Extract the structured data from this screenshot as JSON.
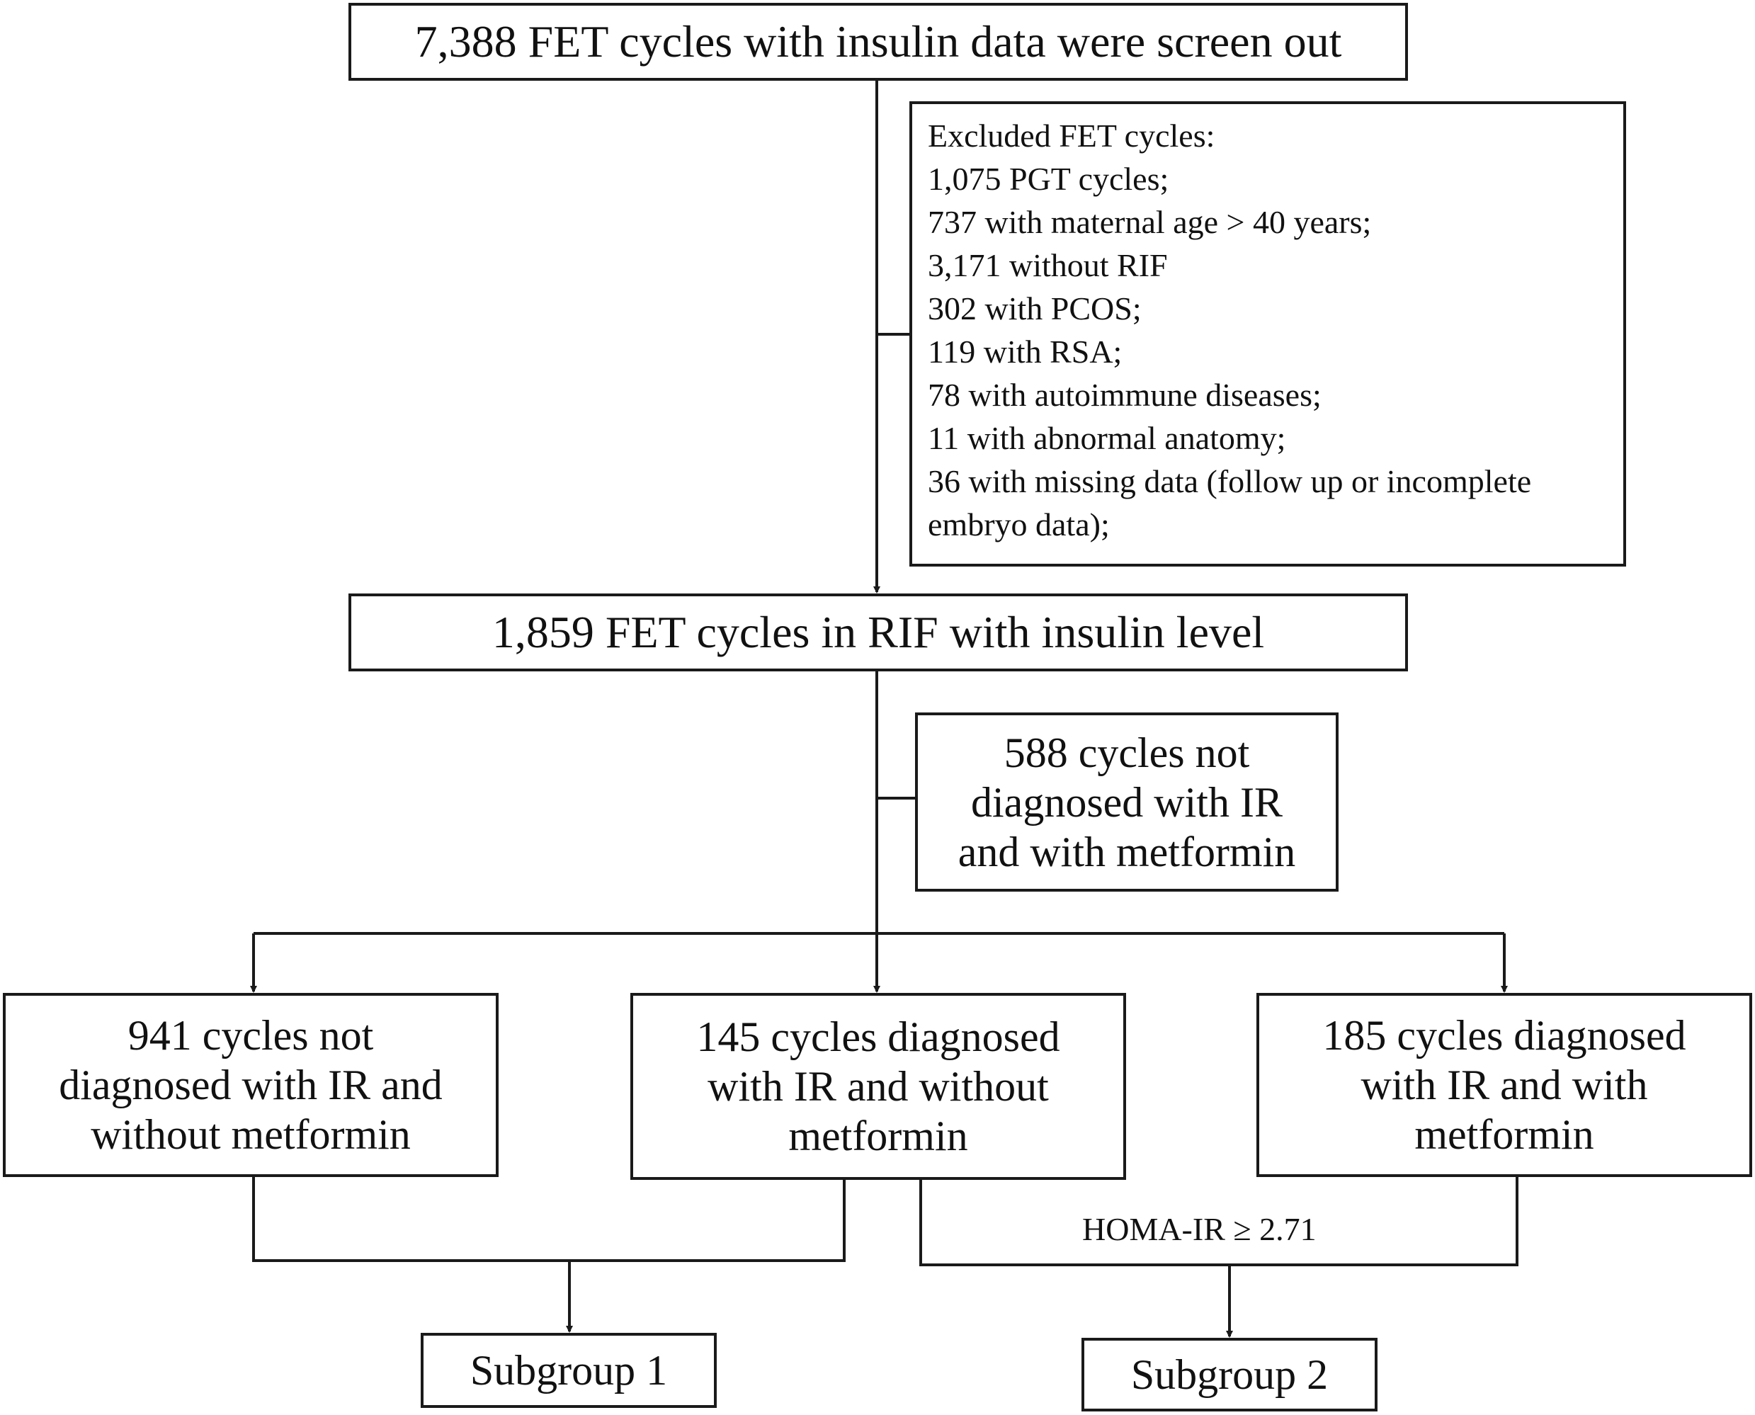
{
  "diagram": {
    "top_box": "7,388 FET cycles with insulin data were screen out",
    "exclusion_box": {
      "lines": [
        "Excluded FET cycles:",
        "1,075 PGT cycles;",
        "737 with maternal age > 40 years;",
        "3,171 without RIF",
        "302 with PCOS;",
        "119 with RSA;",
        "78 with autoimmune diseases;",
        "11 with abnormal anatomy;",
        "36 with missing data (follow up or incomplete",
        "embryo data);"
      ]
    },
    "middle_box": "1,859 FET cycles in RIF with insulin level",
    "metformin_excluded_box": {
      "lines": [
        "588 cycles not",
        "diagnosed with IR",
        "and with metformin"
      ]
    },
    "group_boxes": [
      {
        "lines": [
          "941 cycles not",
          "diagnosed with IR and",
          "without metformin"
        ]
      },
      {
        "lines": [
          "145 cycles diagnosed",
          "with IR and without",
          "metformin"
        ]
      },
      {
        "lines": [
          "185 cycles diagnosed",
          "with IR and with",
          "metformin"
        ]
      }
    ],
    "homa_label": "HOMA-IR ≥  2.71",
    "subgroup_1": "Subgroup 1",
    "subgroup_2": "Subgroup 2"
  }
}
